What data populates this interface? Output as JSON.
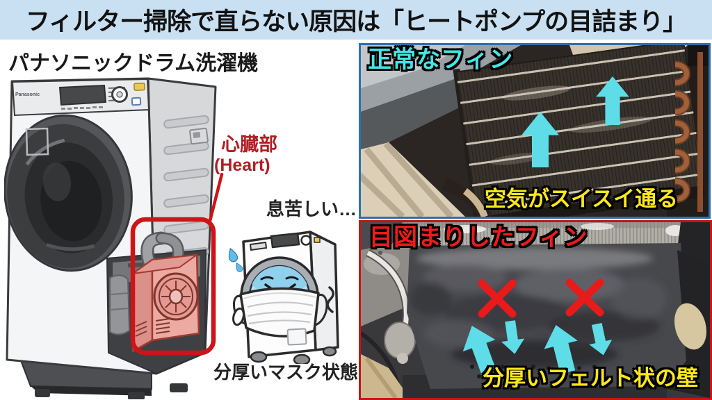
{
  "banner": {
    "title": "フィルター掃除で直らない原因は「ヒートポンプの目詰まり」"
  },
  "left_panel": {
    "heading": "パナソニックドラム洗濯機",
    "brand_logo": "Panasonic",
    "heart_label": "心臓部",
    "heart_label_en": "(Heart)",
    "suffering_label": "息苦しい…",
    "mask_state_label": "分厚いマスク状態"
  },
  "normal_photo": {
    "title": "正常なフィン",
    "caption": "空気がスイスイ通る"
  },
  "clogged_photo": {
    "title": "目図まりしたフィン",
    "caption": "分厚いフェルト状の壁"
  },
  "colors": {
    "banner_bg": "#c9e0f2",
    "accent_red": "#ce1418",
    "heart_text_red": "#b01e23",
    "normal_border_blue": "#2e6fae",
    "clogged_border_red": "#c91414",
    "arrow_cyan": "#5edde9",
    "title_cyan": "#45e6e6",
    "caption_yellow": "#ffe81a",
    "x_mark_red": "#e81919"
  }
}
